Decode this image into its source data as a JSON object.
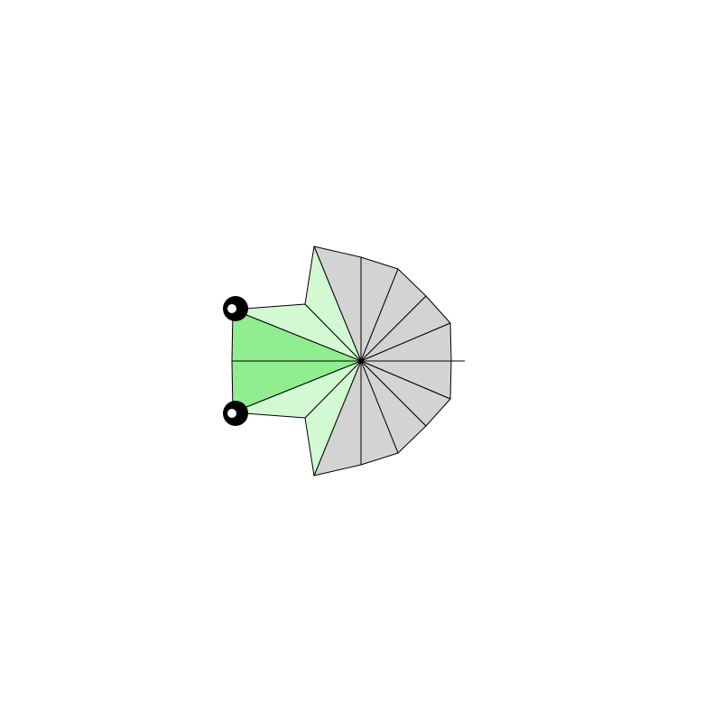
{
  "scene": {
    "background": "#ffffff",
    "outline_color": "#000000",
    "object": "frog",
    "facing": "left",
    "tail_direction": "right"
  },
  "colors": {
    "head": "#90ee90",
    "arms": "#d3f9d3",
    "body": "#d3d3d3",
    "eye": "#000000",
    "eye_highlight": "#ffffff"
  },
  "parts": {
    "head": "head-fan",
    "arms": [
      "arm-top",
      "arm-bottom"
    ],
    "body": "body-fan",
    "eyes": [
      "eye-top",
      "eye-bottom"
    ],
    "tail": "tail-line"
  }
}
